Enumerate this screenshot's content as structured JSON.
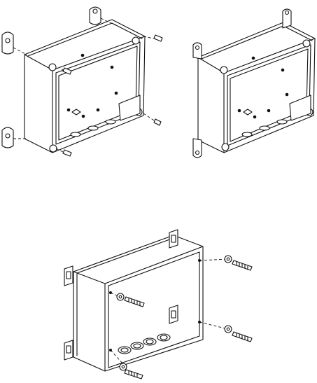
{
  "figure": {
    "panels": [
      {
        "id": "wall-mount-lugs-exploded",
        "icon": "enclosure-with-mounting-lugs"
      },
      {
        "id": "wall-mount-lugs-assembled",
        "icon": "enclosure-with-mounting-lugs"
      },
      {
        "id": "wall-mount-screws-through-base",
        "icon": "enclosure-rear-with-screws"
      }
    ],
    "line_color": "#111111",
    "background": "#ffffff"
  }
}
